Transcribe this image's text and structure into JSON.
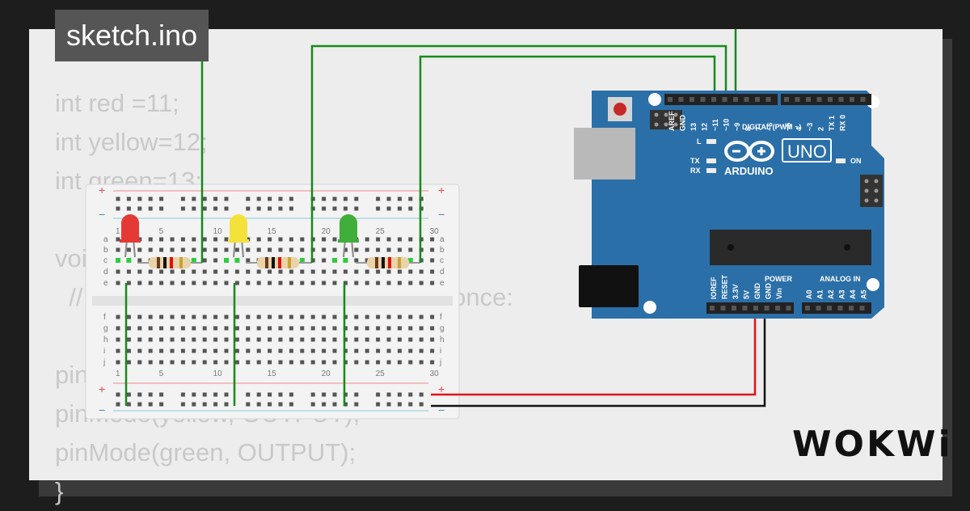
{
  "file_tab": "sketch.ino",
  "code_lines": [
    "int red =11;",
    "int yellow=12;",
    "int green=13;",
    "",
    "void setup() {",
    "  // put your setup code here, to run once:",
    "",
    "pinMode(red, OUTPUT);",
    "pinMode(yellow, OUTPUT);",
    "pinMode(green, OUTPUT);",
    "}"
  ],
  "breadboard": {
    "row_labels_top": [
      "a",
      "b",
      "c",
      "d",
      "e"
    ],
    "row_labels_bottom": [
      "f",
      "g",
      "h",
      "i",
      "j"
    ],
    "column_numbers": [
      "1",
      "5",
      "10",
      "15",
      "20",
      "25",
      "30"
    ],
    "rail_plus": "+",
    "rail_minus": "−"
  },
  "leds": [
    {
      "name": "red",
      "color": "#e53935"
    },
    {
      "name": "yellow",
      "color": "#f4e23a"
    },
    {
      "name": "green",
      "color": "#3fae3a"
    }
  ],
  "arduino": {
    "brand": "ARDUINO",
    "model": "UNO",
    "digital_label": "DIGITAL (PWM ~)",
    "power_label": "POWER",
    "analog_label": "ANALOG IN",
    "on_label": "ON",
    "led_labels": [
      "L",
      "TX",
      "RX"
    ],
    "digital_pins": [
      "AREF",
      "GND",
      "13",
      "12",
      "~11",
      "~10",
      "~9",
      "8",
      "7",
      "~6",
      "~5",
      "4",
      "~3",
      "2",
      "TX 1",
      "RX 0"
    ],
    "power_pins": [
      "IOREF",
      "RESET",
      "3.3V",
      "5V",
      "GND",
      "GND",
      "Vin"
    ],
    "analog_pins": [
      "A0",
      "A1",
      "A2",
      "A3",
      "A4",
      "A5"
    ]
  },
  "colors": {
    "board": "#2b6fa8",
    "wire_green": "#178a1c",
    "wire_red": "#e0141a",
    "wire_black": "#111111"
  },
  "logo": "WOKWi"
}
